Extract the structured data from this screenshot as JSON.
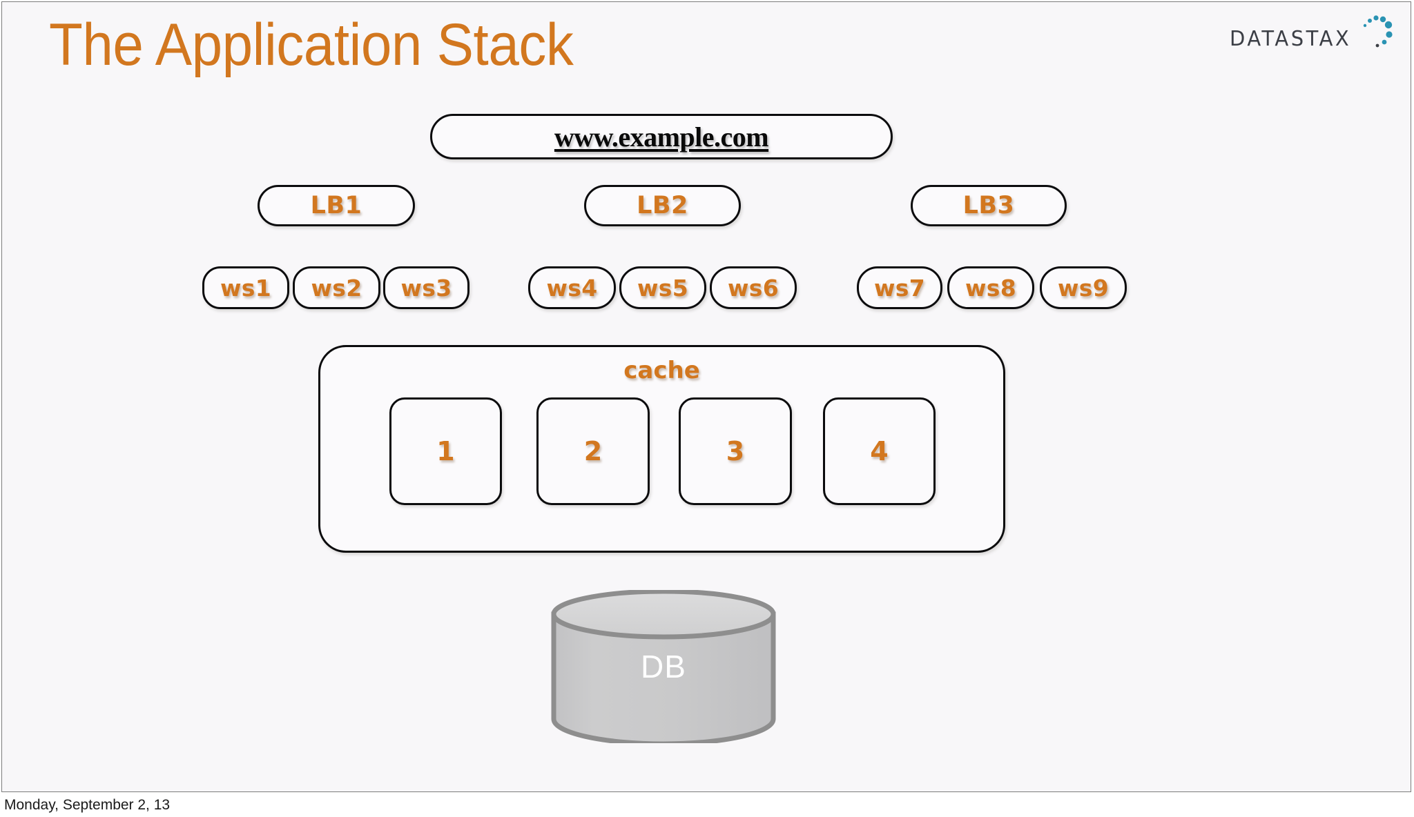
{
  "slide": {
    "title": "The Application Stack",
    "footer_date": "Monday, September 2, 13",
    "background_color": "#f8f7f9",
    "accent_color": "#d2771f",
    "outline_color": "#0b0b0d"
  },
  "logo": {
    "wordmark": "DATASTAX",
    "dot_color": "#2a93b3",
    "word_color": "#3c3f46"
  },
  "diagram": {
    "url_node": {
      "label": "www.example.com"
    },
    "load_balancers": [
      {
        "label": "LB1"
      },
      {
        "label": "LB2"
      },
      {
        "label": "LB3"
      }
    ],
    "web_servers": [
      {
        "label": "ws1"
      },
      {
        "label": "ws2"
      },
      {
        "label": "ws3"
      },
      {
        "label": "ws4"
      },
      {
        "label": "ws5"
      },
      {
        "label": "ws6"
      },
      {
        "label": "ws7"
      },
      {
        "label": "ws8"
      },
      {
        "label": "ws9"
      }
    ],
    "cache": {
      "label": "cache",
      "cells": [
        {
          "label": "1"
        },
        {
          "label": "2"
        },
        {
          "label": "3"
        },
        {
          "label": "4"
        }
      ]
    },
    "database": {
      "label": "DB",
      "fill_color": "#c8c8c8",
      "stroke_color": "#8e8e8e"
    }
  }
}
